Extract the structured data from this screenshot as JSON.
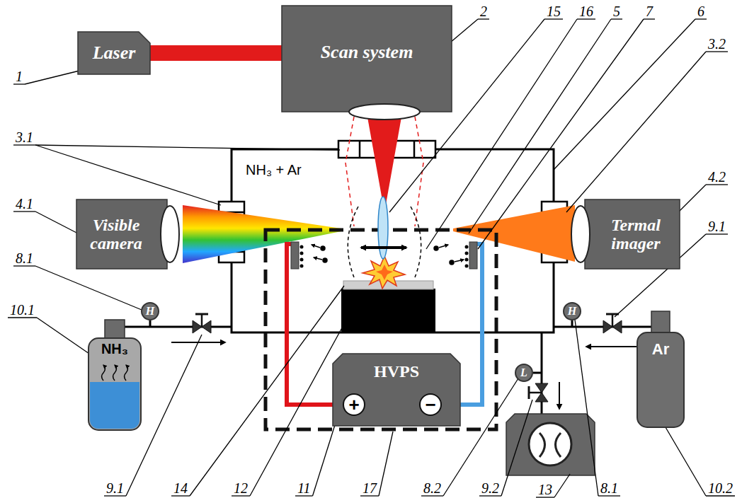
{
  "diagram": {
    "nodes": [
      {
        "text": [
          "Laser"
        ]
      },
      {
        "text": [
          "Scan system"
        ]
      },
      {
        "text": [
          "NH₃ + Ar"
        ]
      },
      {
        "text": [
          "Visible camera"
        ]
      },
      {
        "text": [
          "Termal imager"
        ]
      },
      {
        "text": [
          "H"
        ]
      },
      {
        "text": [
          "NH₃"
        ]
      },
      {
        "text": [
          "H"
        ]
      },
      {
        "text": [
          "Ar"
        ]
      },
      {
        "text": [
          "HVPS"
        ]
      },
      {
        "text": [
          "L"
        ]
      }
    ],
    "edges": [
      {
        "from": 0,
        "to": 1,
        "arrow": "none"
      },
      {
        "from": 6,
        "to": 2,
        "arrow": "none"
      },
      {
        "from": 8,
        "to": 2,
        "arrow": "none"
      }
    ],
    "labels": [
      "1",
      "2",
      "15",
      "16",
      "5",
      "7",
      "6",
      "3.2",
      "3.1",
      "4.1",
      "4.2",
      "8.1",
      "9.1",
      "10.1",
      "9.1",
      "14",
      "12",
      "11",
      "17",
      "8.2",
      "9.2",
      "13",
      "8.1",
      "10.2",
      "+",
      "−"
    ]
  }
}
